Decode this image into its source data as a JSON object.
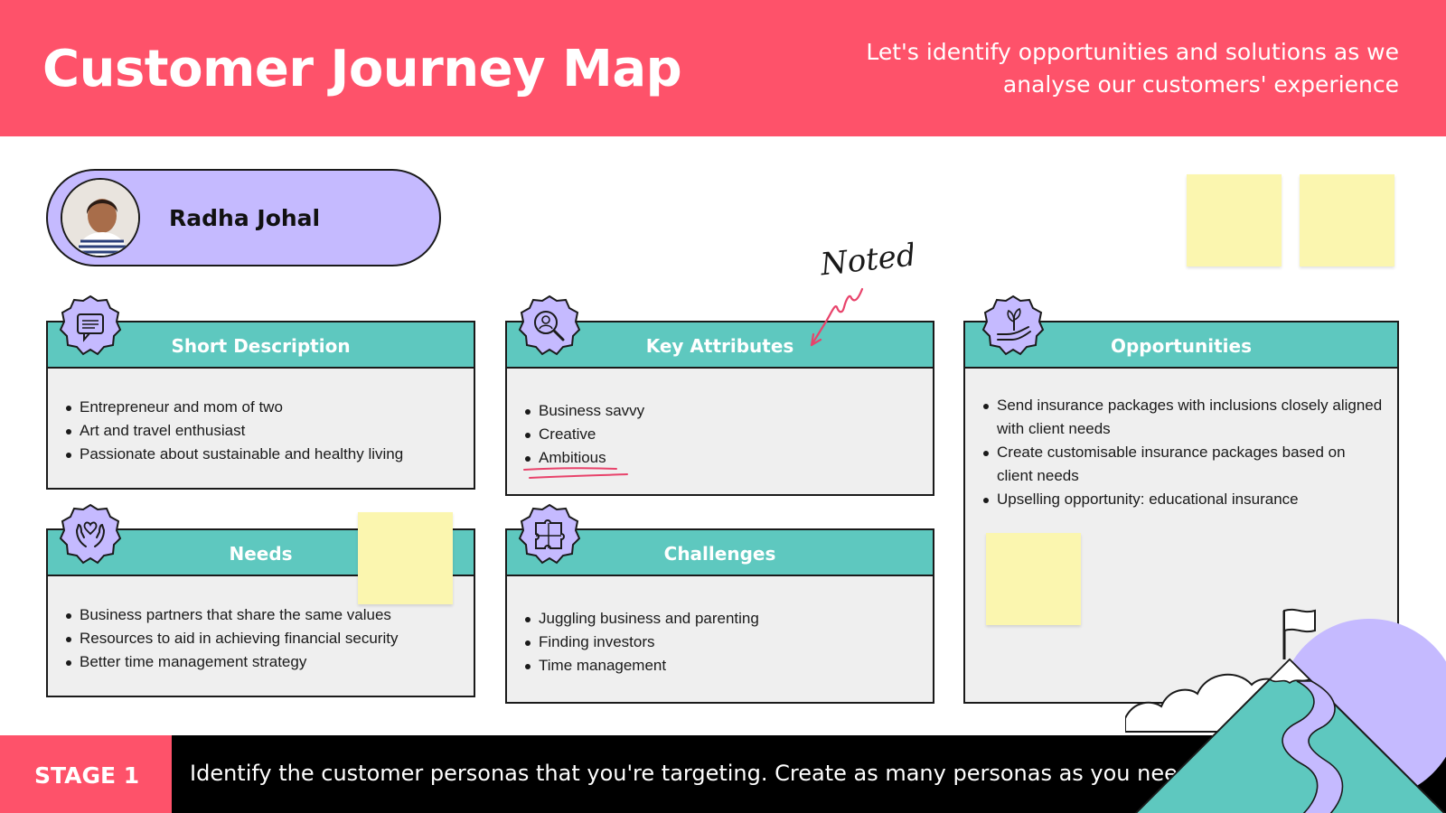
{
  "header": {
    "title": "Customer Journey Map",
    "subtitle": "Let's identify opportunities and solutions as we analyse our customers' experience",
    "background": "#fe526a"
  },
  "persona": {
    "name": "Radha Johal",
    "background": "#c5baff"
  },
  "annotation": {
    "handwritten_note": "Noted"
  },
  "cards": {
    "short_description": {
      "title": "Short Description",
      "icon": "chat-bubble-icon",
      "items": [
        "Entrepreneur and mom of two",
        "Art and travel enthusiast",
        "Passionate about sustainable and healthy living"
      ]
    },
    "key_attributes": {
      "title": "Key Attributes",
      "icon": "search-person-icon",
      "items": [
        "Business savvy",
        "Creative",
        "Ambitious"
      ]
    },
    "opportunities": {
      "title": "Opportunities",
      "icon": "hand-plant-icon",
      "items": [
        "Send insurance packages with inclusions closely aligned with client needs",
        "Create customisable insurance packages based on client needs",
        "Upselling opportunity: educational insurance"
      ]
    },
    "needs": {
      "title": "Needs",
      "icon": "hands-heart-icon",
      "items": [
        "Business partners that share the same values",
        "Resources to aid in achieving financial security",
        "Better time management strategy"
      ]
    },
    "challenges": {
      "title": "Challenges",
      "icon": "puzzle-icon",
      "items": [
        "Juggling business and parenting",
        "Finding investors",
        "Time management"
      ]
    }
  },
  "footer": {
    "stage_label": "STAGE 1",
    "description": "Identify the customer personas that you're targeting. Create as many personas as you need."
  },
  "colors": {
    "accent": "#fe526a",
    "teal": "#5ec8bf",
    "lavender": "#c5baff",
    "sticky_note": "#fbf6af",
    "panel": "#efefef"
  }
}
